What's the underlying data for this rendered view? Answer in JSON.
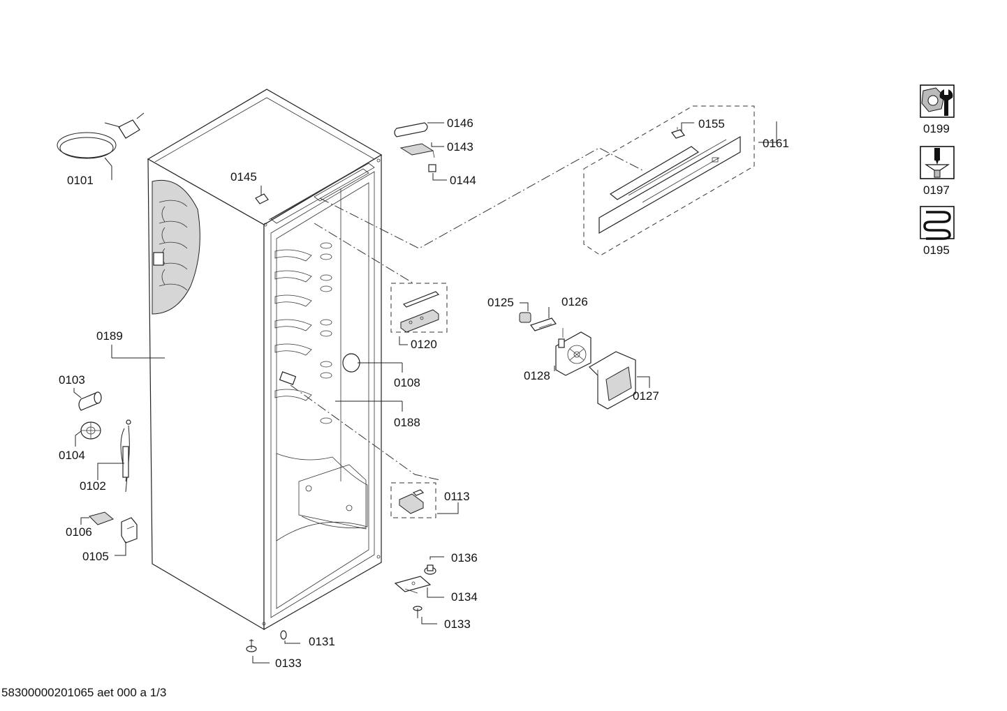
{
  "parts": [
    {
      "id": "p0101",
      "label": "0101"
    },
    {
      "id": "p0189",
      "label": "0189"
    },
    {
      "id": "p0103",
      "label": "0103"
    },
    {
      "id": "p0104",
      "label": "0104"
    },
    {
      "id": "p0102",
      "label": "0102"
    },
    {
      "id": "p0106",
      "label": "0106"
    },
    {
      "id": "p0105",
      "label": "0105"
    },
    {
      "id": "p0145",
      "label": "0145"
    },
    {
      "id": "p0146",
      "label": "0146"
    },
    {
      "id": "p0143",
      "label": "0143"
    },
    {
      "id": "p0144",
      "label": "0144"
    },
    {
      "id": "p0155",
      "label": "0155"
    },
    {
      "id": "p0161",
      "label": "0161"
    },
    {
      "id": "p0120",
      "label": "0120"
    },
    {
      "id": "p0125",
      "label": "0125"
    },
    {
      "id": "p0126",
      "label": "0126"
    },
    {
      "id": "p0128",
      "label": "0128"
    },
    {
      "id": "p0127",
      "label": "0127"
    },
    {
      "id": "p0108",
      "label": "0108"
    },
    {
      "id": "p0188",
      "label": "0188"
    },
    {
      "id": "p0113",
      "label": "0113"
    },
    {
      "id": "p0136",
      "label": "0136"
    },
    {
      "id": "p0134",
      "label": "0134"
    },
    {
      "id": "p0133a",
      "label": "0133"
    },
    {
      "id": "p0131",
      "label": "0131"
    },
    {
      "id": "p0133b",
      "label": "0133"
    }
  ],
  "service_icons": [
    {
      "icon": "wrench-nut-icon",
      "label": "0199"
    },
    {
      "icon": "screwdriver-screw-icon",
      "label": "0197"
    },
    {
      "icon": "heating-coil-icon",
      "label": "0195"
    }
  ],
  "footer": {
    "doc_id": "58300000201065 aet 000 a 1/3"
  }
}
